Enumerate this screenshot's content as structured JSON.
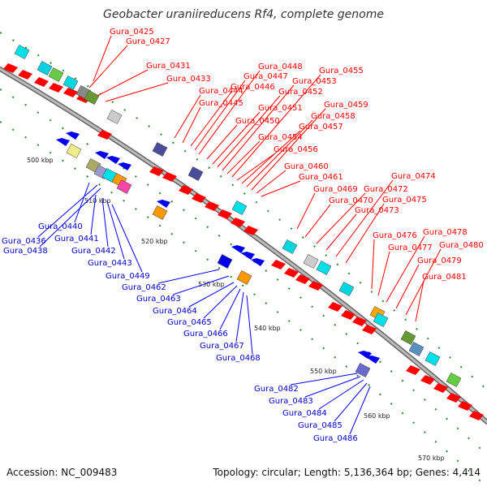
{
  "title": "Geobacter uraniireducens Rf4, complete genome",
  "footer": {
    "accession": "Accession: NC_009483",
    "summary": "Topology: circular; Length: 5,136,364 bp; Genes: 4,414"
  },
  "kbp_labels": [
    "500 kbp",
    "510 kbp",
    "520 kbp",
    "530 kbp",
    "540 kbp",
    "550 kbp",
    "560 kbp",
    "570 kbp"
  ],
  "forward_genes": [
    "Gura_0425",
    "Gura_0427",
    "Gura_0431",
    "Gura_0433",
    "Gura_0444",
    "Gura_0445",
    "Gura_0446",
    "Gura_0447",
    "Gura_0448",
    "Gura_0450",
    "Gura_0451",
    "Gura_0452",
    "Gura_0453",
    "Gura_0454",
    "Gura_0455",
    "Gura_0456",
    "Gura_0457",
    "Gura_0458",
    "Gura_0459",
    "Gura_0460",
    "Gura_0461",
    "Gura_0469",
    "Gura_0470",
    "Gura_0472",
    "Gura_0473",
    "Gura_0474",
    "Gura_0475",
    "Gura_0476",
    "Gura_0477",
    "Gura_0478",
    "Gura_0479",
    "Gura_0480",
    "Gura_0481"
  ],
  "reverse_genes": [
    "Gura_0436",
    "Gura_0438",
    "Gura_0440",
    "Gura_0441",
    "Gura_0442",
    "Gura_0443",
    "Gura_0449",
    "Gura_0462",
    "Gura_0463",
    "Gura_0464",
    "Gura_0465",
    "Gura_0466",
    "Gura_0467",
    "Gura_0468",
    "Gura_0482",
    "Gura_0483",
    "Gura_0484",
    "Gura_0485",
    "Gura_0486"
  ],
  "colors": {
    "forward": "#ff0000",
    "reverse": "#0000ff",
    "backbone": "#999999",
    "tick": "#228822"
  }
}
